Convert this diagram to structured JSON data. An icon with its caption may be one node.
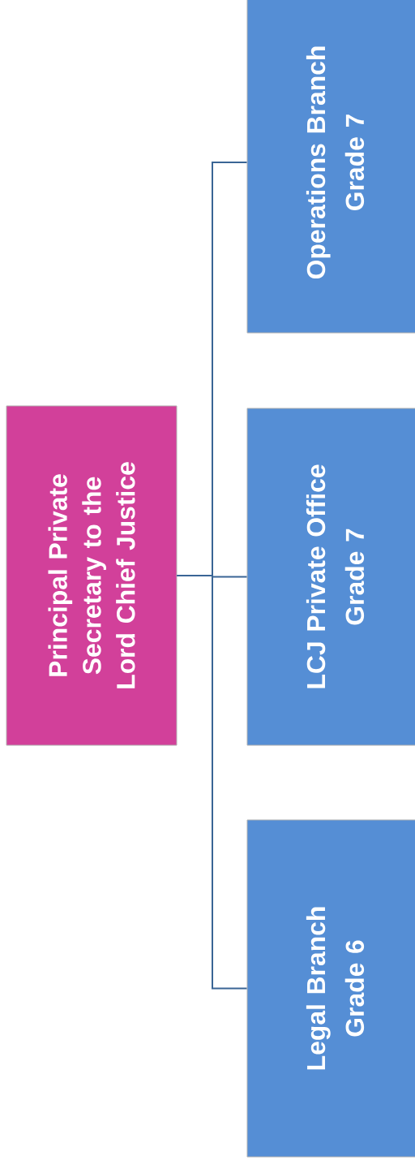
{
  "diagram": {
    "nodes": [
      {
        "text": [
          "Principal Private Secretary to the Lord Chief Justice"
        ]
      },
      {
        "text": [
          "Operations Branch",
          "Grade 7"
        ]
      },
      {
        "text": [
          "LCJ Private Office",
          "Grade 7"
        ]
      },
      {
        "text": [
          "Legal Branch",
          "Grade 6"
        ]
      }
    ],
    "edges": [
      {
        "from": 0,
        "to": 1,
        "arrow": "none"
      },
      {
        "from": 0,
        "to": 2,
        "arrow": "none"
      },
      {
        "from": 0,
        "to": 3,
        "arrow": "none"
      }
    ]
  }
}
